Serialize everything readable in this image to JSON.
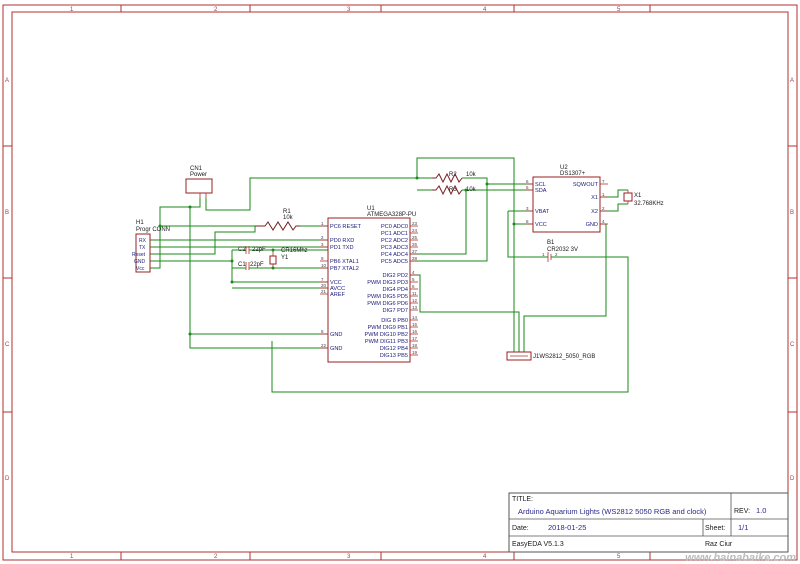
{
  "grid": {
    "columns": [
      "1",
      "2",
      "3",
      "4",
      "5"
    ],
    "rows": [
      "A",
      "B",
      "C",
      "D"
    ]
  },
  "power": {
    "ref": "CN1",
    "name": "Power"
  },
  "header": {
    "ref": "H1",
    "name": "Progr CONN",
    "pins": [
      "RX",
      "TX",
      "Reset",
      "GND",
      "Vcc"
    ]
  },
  "r1": {
    "ref": "R1",
    "value": "10k"
  },
  "r2": {
    "ref": "R2",
    "value": "10k"
  },
  "r3": {
    "ref": "R3",
    "value": "10k"
  },
  "c1": {
    "ref": "C1",
    "value": "22pF"
  },
  "c2": {
    "ref": "C2",
    "value": "22pF"
  },
  "y1": {
    "ref": "Y1",
    "value": "CR16Mhz"
  },
  "u1": {
    "ref": "U1",
    "name": "ATMEGA328P-PU",
    "left_pins": [
      {
        "num": "1",
        "name": "PC6 RESET"
      },
      {
        "num": "2",
        "name": "PD0 RXD"
      },
      {
        "num": "3",
        "name": "PD1 TXD"
      },
      {
        "num": "9",
        "name": "PB6 XTAL1"
      },
      {
        "num": "10",
        "name": "PB7 XTAL2"
      },
      {
        "num": "7",
        "name": "VCC"
      },
      {
        "num": "20",
        "name": "AVCC"
      },
      {
        "num": "21",
        "name": "AREF"
      },
      {
        "num": "8",
        "name": "GND"
      },
      {
        "num": "22",
        "name": "GND"
      }
    ],
    "right_pins": [
      {
        "num": "23",
        "name": "PC0 ADC0"
      },
      {
        "num": "24",
        "name": "PC1 ADC1"
      },
      {
        "num": "25",
        "name": "PC2 ADC2"
      },
      {
        "num": "26",
        "name": "PC3 ADC3"
      },
      {
        "num": "27",
        "name": "PC4 ADC4"
      },
      {
        "num": "28",
        "name": "PC5 ADC5"
      },
      {
        "num": "4",
        "name": "DIG2 PD2"
      },
      {
        "num": "5",
        "name": "PWM DIG3 PD3"
      },
      {
        "num": "6",
        "name": "DIG4 PD4"
      },
      {
        "num": "11",
        "name": "PWM DIG5 PD5"
      },
      {
        "num": "12",
        "name": "PWM DIG6 PD6"
      },
      {
        "num": "13",
        "name": "DIG7 PD7"
      },
      {
        "num": "14",
        "name": "DIG 8 PB0"
      },
      {
        "num": "15",
        "name": "PWM DIG9 PB1"
      },
      {
        "num": "16",
        "name": "PWM DIG10 PB2"
      },
      {
        "num": "17",
        "name": "PWM DIG11 PB3"
      },
      {
        "num": "18",
        "name": "DIG12 PB4"
      },
      {
        "num": "19",
        "name": "DIG13 PB5"
      }
    ]
  },
  "u2": {
    "ref": "U2",
    "name": "DS1307+",
    "left_pins": [
      {
        "num": "6",
        "name": "SCL"
      },
      {
        "num": "5",
        "name": "SDA"
      },
      {
        "num": "3",
        "name": "VBAT"
      },
      {
        "num": "8",
        "name": "VCC"
      }
    ],
    "right_pins": [
      {
        "num": "7",
        "name": "SQWOUT"
      },
      {
        "num": "1",
        "name": "X1"
      },
      {
        "num": "2",
        "name": "X2"
      },
      {
        "num": "4",
        "name": "GND"
      }
    ]
  },
  "x1": {
    "ref": "X1",
    "value": "32.768KHz"
  },
  "b1": {
    "ref": "B1",
    "value": "CR2032 3V",
    "pin1": "1",
    "pin2": "2"
  },
  "j1": {
    "label": "J1WS2812_5050_RGB"
  },
  "title_block": {
    "title_label": "TITLE:",
    "title": "Arduino Aquarium Lights (WS2812 5050 RGB and clock)",
    "rev_label": "REV:",
    "rev": "1.0",
    "date_label": "Date:",
    "date": "2018-01-25",
    "sheet_label": "Sheet:",
    "sheet": "1/1",
    "drawn_by": "Raz Ciur",
    "software": "EasyEDA V5.1.3"
  },
  "watermark": "www.hainabaike.com"
}
